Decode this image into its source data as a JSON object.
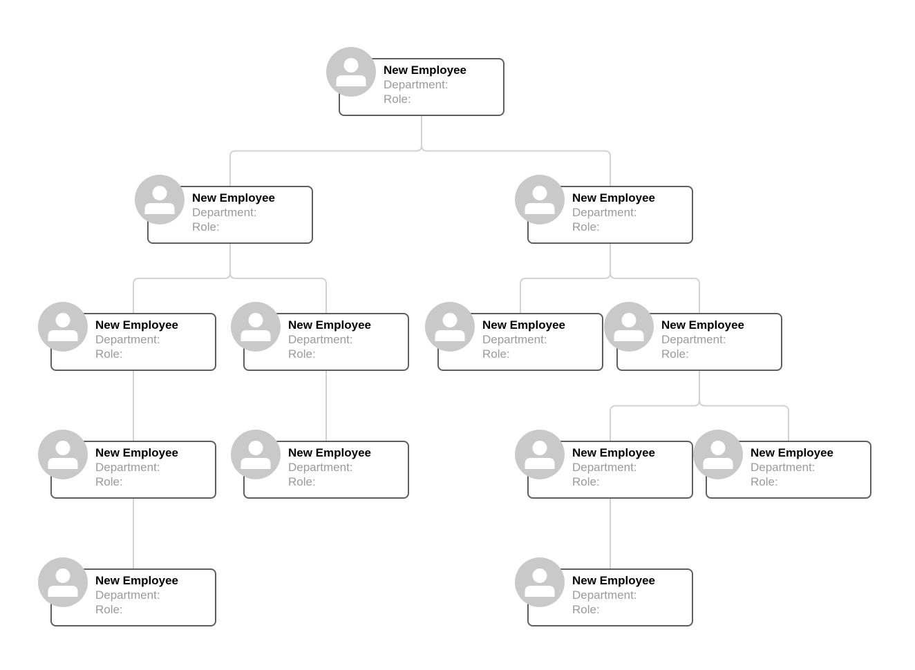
{
  "colors": {
    "canvas_background": "#ffffff",
    "node_fill": "#ffffff",
    "node_border": "#5e5e5e",
    "avatar_gray": "#c9c9c9",
    "title_text": "#000000",
    "muted_text": "#9b9b9b",
    "connector": "#d2d2d2"
  },
  "org_chart": {
    "nodes": [
      {
        "id": "n1",
        "parent": null,
        "title": "New Employee",
        "department": "Department:",
        "role": "Role:"
      },
      {
        "id": "n2",
        "parent": "n1",
        "title": "New Employee",
        "department": "Department:",
        "role": "Role:"
      },
      {
        "id": "n3",
        "parent": "n1",
        "title": "New Employee",
        "department": "Department:",
        "role": "Role:"
      },
      {
        "id": "n4",
        "parent": "n2",
        "title": "New Employee",
        "department": "Department:",
        "role": "Role:"
      },
      {
        "id": "n5",
        "parent": "n2",
        "title": "New Employee",
        "department": "Department:",
        "role": "Role:"
      },
      {
        "id": "n6",
        "parent": "n3",
        "title": "New Employee",
        "department": "Department:",
        "role": "Role:"
      },
      {
        "id": "n7",
        "parent": "n3",
        "title": "New Employee",
        "department": "Department:",
        "role": "Role:"
      },
      {
        "id": "n8",
        "parent": "n4",
        "title": "New Employee",
        "department": "Department:",
        "role": "Role:"
      },
      {
        "id": "n9",
        "parent": "n5",
        "title": "New Employee",
        "department": "Department:",
        "role": "Role:"
      },
      {
        "id": "n10",
        "parent": "n7",
        "title": "New Employee",
        "department": "Department:",
        "role": "Role:"
      },
      {
        "id": "n11",
        "parent": "n7",
        "title": "New Employee",
        "department": "Department:",
        "role": "Role:"
      },
      {
        "id": "n12",
        "parent": "n8",
        "title": "New Employee",
        "department": "Department:",
        "role": "Role:"
      },
      {
        "id": "n13",
        "parent": "n10",
        "title": "New Employee",
        "department": "Department:",
        "role": "Role:"
      }
    ]
  }
}
